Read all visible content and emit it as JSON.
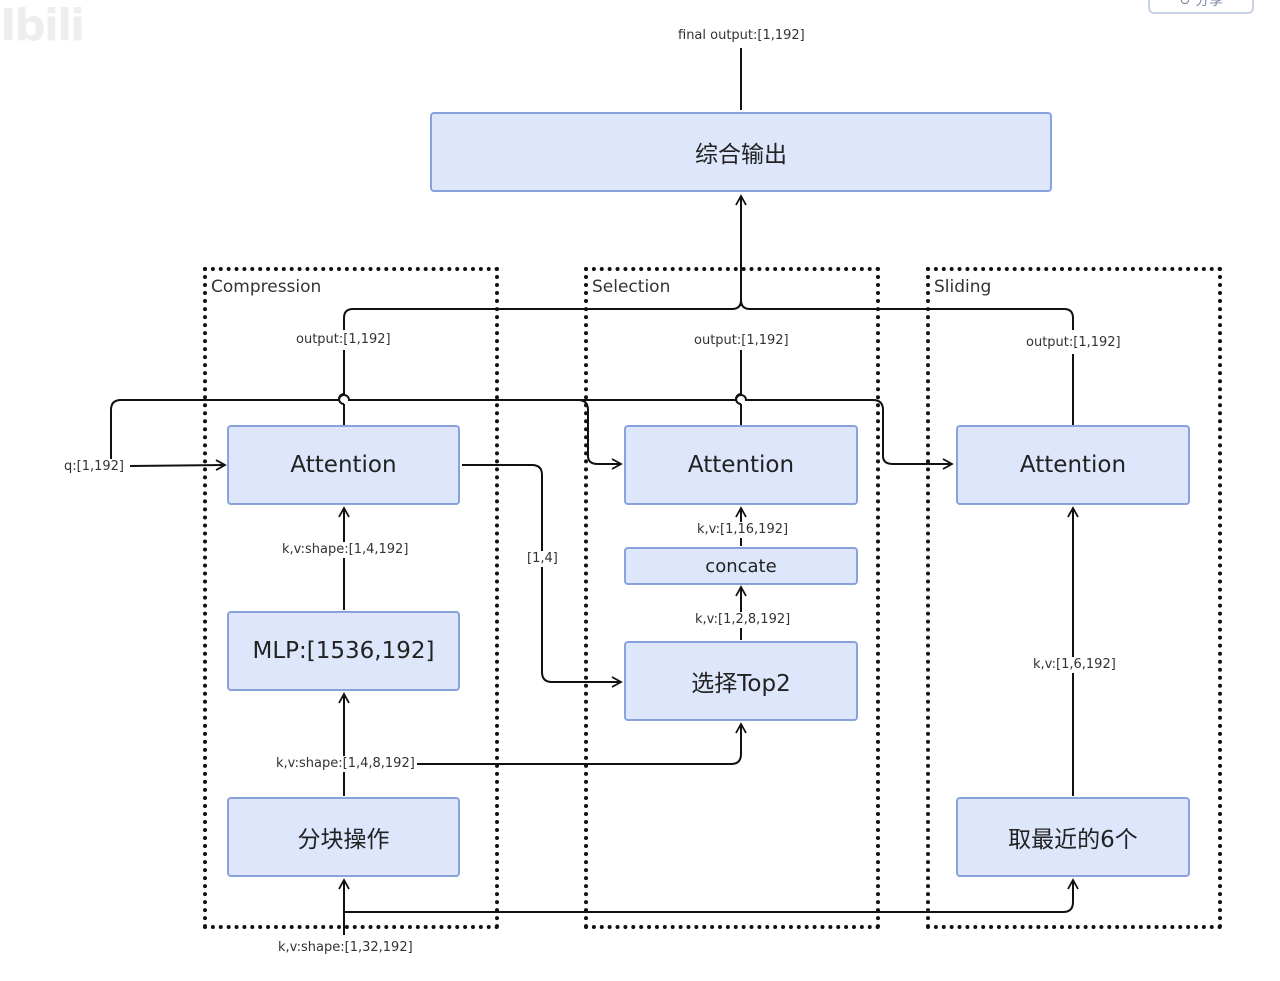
{
  "watermark": "Ibili",
  "share_button": "↻ 分享",
  "groups": {
    "compression": "Compression",
    "selection": "Selection",
    "sliding": "Sliding"
  },
  "nodes": {
    "combine": "综合输出",
    "attention_compression": "Attention",
    "attention_selection": "Attention",
    "attention_sliding": "Attention",
    "mlp": "MLP:[1536,192]",
    "chunk": "分块操作",
    "concat": "concate",
    "top2": "选择Top2",
    "recent6": "取最近的6个"
  },
  "labels": {
    "final_output": "final output:[1,192]",
    "output_compression": "output:[1,192]",
    "output_selection": "output:[1,192]",
    "output_sliding": "output:[1,192]",
    "q": "q:[1,192]",
    "kv_compression_attn": "k,v:shape:[1,4,192]",
    "score": "[1,4]",
    "kv_concat_out": "k,v:[1,16,192]",
    "kv_top2_out": "k,v:[1,2,8,192]",
    "kv_sliding": "k,v:[1,6,192]",
    "kv_chunked": "k,v:shape:[1,4,8,192]",
    "kv_input": "k,v:shape:[1,32,192]"
  }
}
